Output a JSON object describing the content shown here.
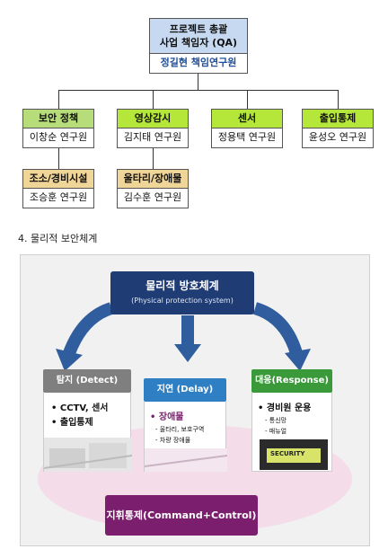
{
  "org_chart": {
    "top": {
      "title_line1": "프로젝트 총괄",
      "title_line2": "사업 책임자 (QA)",
      "name": "정길현 책임연구원"
    },
    "branches": [
      {
        "label": "보안 정책",
        "person": "이창순 연구원"
      },
      {
        "label": "영상감시",
        "person": "김지태 연구원"
      },
      {
        "label": "센서",
        "person": "정용택 연구원"
      },
      {
        "label": "출입통제",
        "person": "윤성오 연구원"
      }
    ],
    "sub_branches": [
      {
        "label": "조소/경비시설",
        "person": "조승훈 연구원"
      },
      {
        "label": "울타리/장애물",
        "person": "김수훈 연구원"
      }
    ]
  },
  "section_heading": "4. 물리적 보안체계",
  "diagram": {
    "center_title": "물리적 방호체계",
    "center_subtitle": "(Physical protection system)",
    "pillars": [
      {
        "title": "탐지 (Detect)",
        "items": [
          "• CCTV, 센서",
          "• 출입통제"
        ],
        "subitems": []
      },
      {
        "title": "지연 (Delay)",
        "items": [
          "• 장애물"
        ],
        "subitems": [
          "- 울타리, 보호구역",
          "- 차량 장애물"
        ]
      },
      {
        "title": "대응(Response)",
        "items": [
          "• 경비원 운용"
        ],
        "subitems": [
          "- 통신망",
          "- 매뉴얼"
        ]
      }
    ],
    "security_vest_text": "SECURITY",
    "command": "지휘통제(Command+Control)"
  },
  "colors": {
    "org_top": "#c6d9f1",
    "green": "#b7dd7a",
    "lime": "#b5e73a",
    "tan": "#efd597",
    "navy": "#1f3c74",
    "detect": "#7f7f7f",
    "delay": "#2e7fc3",
    "response": "#3a9a3a",
    "command": "#7b1e6e"
  }
}
